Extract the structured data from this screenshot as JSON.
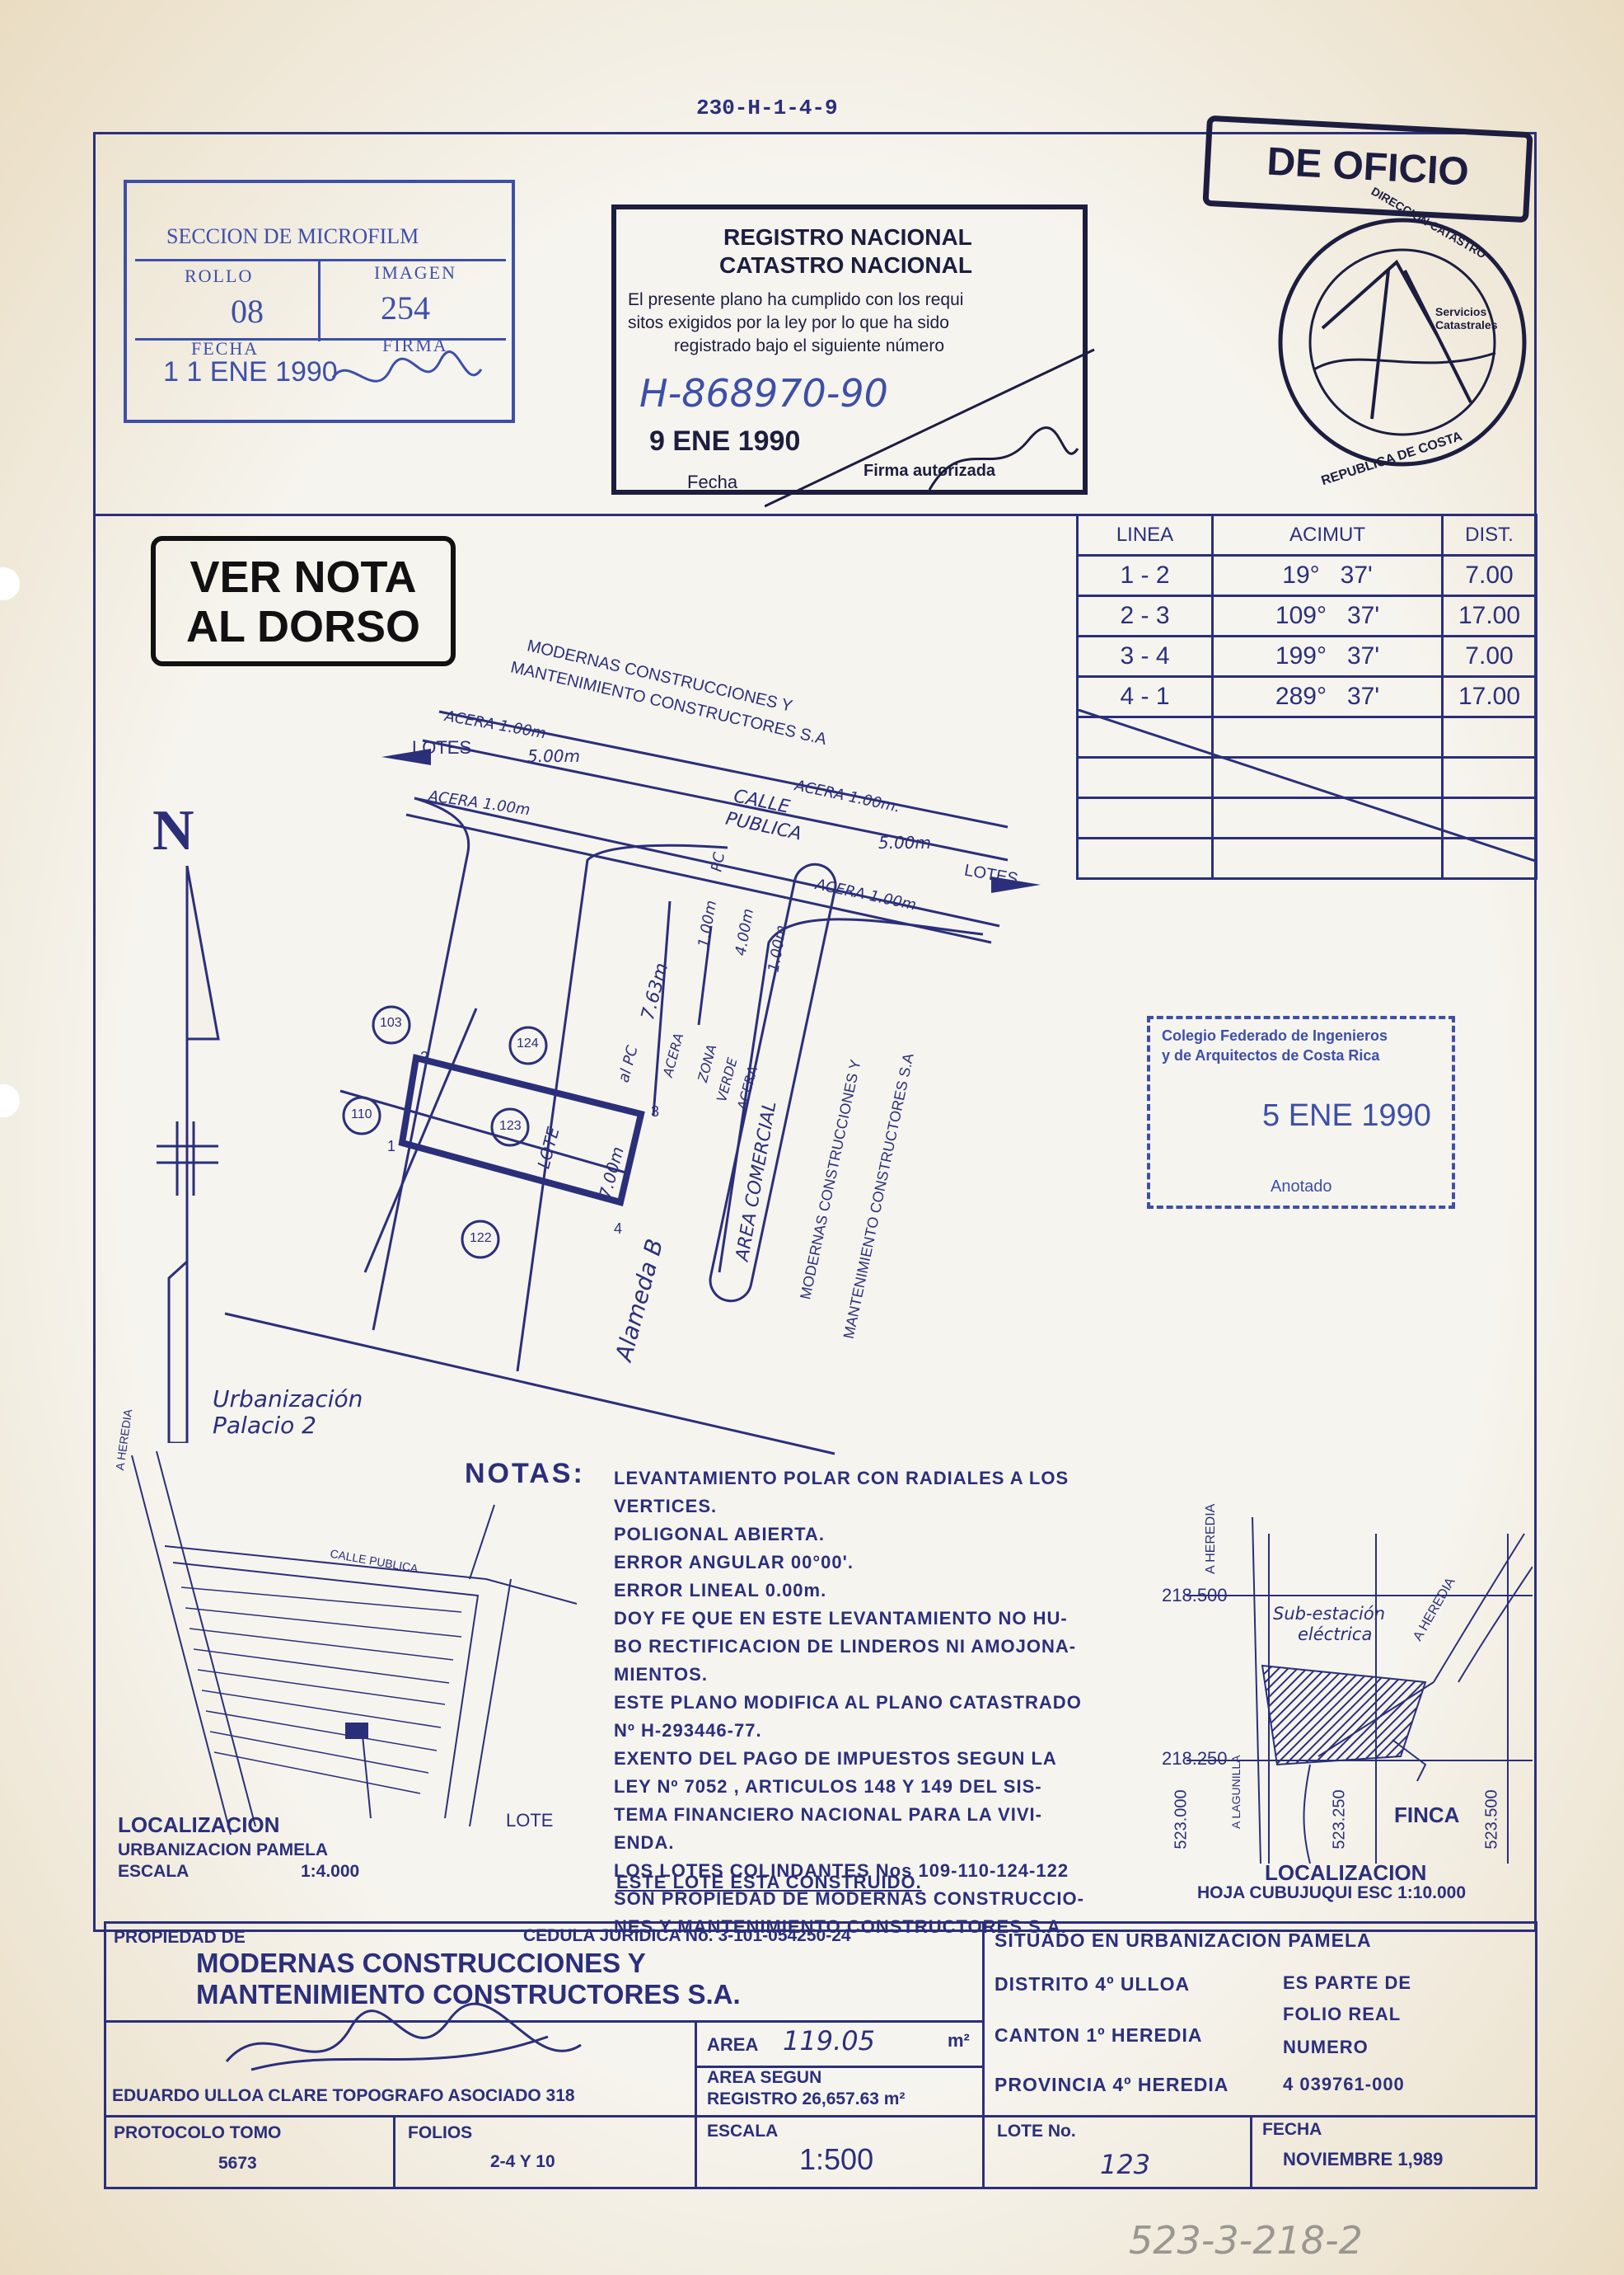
{
  "header_code": "230-H-1-4-9",
  "microfilm": {
    "title": "SECCION DE MICROFILM",
    "rollo_label": "ROLLO",
    "imagen_label": "IMAGEN",
    "rollo": "08",
    "imagen": "254",
    "fecha_label": "FECHA",
    "firma_label": "FIRMA",
    "fecha": "1 1 ENE 1990"
  },
  "registro": {
    "line1": "REGISTRO NACIONAL",
    "line2": "CATASTRO NACIONAL",
    "text1": "El presente plano ha cumplido con los requi",
    "text2": "sitos exigidos por la ley por lo que ha sido",
    "text3": "registrado bajo el siguiente número",
    "numero": "H-868970-90",
    "fecha": "9 ENE 1990",
    "fecha_label": "Fecha",
    "firma_label": "Firma autorizada"
  },
  "de_oficio": "DE OFICIO",
  "seal": {
    "top": "DIRECCION CATASTRO",
    "bottom": "REPUBLICA DE COSTA",
    "center": "Servicios Catastrales"
  },
  "ver_nota": {
    "line1": "VER NOTA",
    "line2": "AL DORSO"
  },
  "azimut_table": {
    "headers": [
      "LINEA",
      "ACIMUT",
      "DIST."
    ],
    "rows": [
      [
        "1 - 2",
        "19°   37'",
        "7.00"
      ],
      [
        "2 - 3",
        "109°   37'",
        "17.00"
      ],
      [
        "3 - 4",
        "199°   37'",
        "7.00"
      ],
      [
        "4 - 1",
        "289°   37'",
        "17.00"
      ]
    ]
  },
  "colegio": {
    "line1": "Colegio Federado de Ingenieros",
    "line2": "y de Arquitectos de Costa Rica",
    "fecha": "5 ENE 1990",
    "anotado": "Anotado"
  },
  "plan": {
    "owner_top_1": "MODERNAS CONSTRUCCIONES Y",
    "owner_top_2": "MANTENIMIENTO CONSTRUCTORES S.A",
    "acera_100": "ACERA 1.00m",
    "lotes": "LOTES",
    "w500": "5.00m",
    "acera_left": "ACERA 1.00m",
    "calle_1": "CALLE",
    "calle_2": "PUBLICA",
    "acera_r": "ACERA 1.00m.",
    "w500b": "5.00m",
    "acera_r2": "ACERA 1.00m",
    "lotes_r": "LOTES",
    "pc": "PC",
    "d100": "1.00m",
    "d400": "4.00m",
    "d100b": "1.00m",
    "d763": "7.63m",
    "alpc": "al PC",
    "acera_v": "ACERA",
    "zona": "ZONA",
    "verde": "VERDE",
    "acera_v2": "ACERA",
    "lote": "LOTE",
    "d700": "7.00m",
    "n103": "103",
    "n124": "124",
    "n110": "110",
    "n123": "123",
    "n122": "122",
    "p1": "1",
    "p2": "2",
    "p3": "3",
    "p4": "4",
    "alameda": "Alameda B",
    "area_com": "AREA COMERCIAL",
    "owner_v_1": "MODERNAS CONSTRUCCIONES Y",
    "owner_v_2": "MANTENIMIENTO CONSTRUCTORES S.A",
    "urb_1": "Urbanización",
    "urb_2": "Palacio 2",
    "north": "N"
  },
  "notas": {
    "title": "NOTAS:",
    "lines": [
      "LEVANTAMIENTO POLAR CON RADIALES A LOS",
      "VERTICES.",
      "POLIGONAL ABIERTA.",
      "ERROR ANGULAR 00°00'.",
      "ERROR LINEAL 0.00m.",
      "DOY FE QUE EN ESTE LEVANTAMIENTO NO HU-",
      "BO RECTIFICACION DE LINDEROS NI AMOJONA-",
      "MIENTOS.",
      "ESTE PLANO MODIFICA AL PLANO CATASTRADO",
      "Nº H-293446-77.",
      "EXENTO DEL PAGO DE IMPUESTOS SEGUN LA",
      "LEY Nº 7052 , ARTICULOS 148 Y 149 DEL SIS-",
      "TEMA FINANCIERO NACIONAL PARA LA VIVI-",
      "ENDA.",
      "LOS LOTES COLINDANTES Nos 109-110-124-122",
      "SON PROPIEDAD DE MODERNAS CONSTRUCCIO-",
      "NES Y MANTENIMIENTO CONSTRUCTORES S.A."
    ],
    "construido": "ESTE LOTE ESTA CONSTRUIDO."
  },
  "loc_left": {
    "calle_publica": "CALLE PUBLICA",
    "a_heredia": "A HEREDIA",
    "lote": "LOTE",
    "title": "LOCALIZACION",
    "sub1": "URBANIZACION PAMELA",
    "sub2": "ESCALA",
    "escala": "1:4.000"
  },
  "loc_right": {
    "y500": "218.500",
    "y250": "218.250",
    "x000": "523.000",
    "x250": "523.250",
    "x500": "523.500",
    "a_heredia1": "A HEREDIA",
    "a_heredia2": "A HEREDIA",
    "sub1": "Sub-estación",
    "sub2": "eléctrica",
    "lagunilla": "A LAGUNILLA",
    "finca": "FINCA",
    "title": "LOCALIZACION",
    "hoja": "HOJA CUBUJUQUI ESC 1:10.000"
  },
  "titleblock": {
    "propiedad_label": "PROPIEDAD DE",
    "cedula": "CEDULA JURIDICA No. 3-101-054250-24",
    "owner1": "MODERNAS CONSTRUCCIONES Y",
    "owner2": "MANTENIMIENTO CONSTRUCTORES S.A.",
    "situado": "SITUADO EN URBANIZACION PAMELA",
    "distrito": "DISTRITO 4º ULLOA",
    "canton": "CANTON 1º HEREDIA",
    "provincia": "PROVINCIA 4º HEREDIA",
    "es_parte_1": "ES PARTE DE",
    "es_parte_2": "FOLIO REAL",
    "es_parte_3": "NUMERO",
    "folio": "4 039761-000",
    "area_label": "AREA",
    "area": "119.05",
    "m2": "m²",
    "area_seg_1": "AREA SEGUN",
    "area_seg_2": "REGISTRO 26,657.63 m²",
    "topografo": "EDUARDO ULLOA CLARE TOPOGRAFO ASOCIADO 318",
    "protocolo_label": "PROTOCOLO TOMO",
    "protocolo": "5673",
    "folios_label": "FOLIOS",
    "folios": "2-4 Y 10",
    "escala_label": "ESCALA",
    "escala": "1:500",
    "lote_label": "LOTE No.",
    "lote": "123",
    "fecha_label": "FECHA",
    "fecha": "NOVIEMBRE 1,989"
  },
  "bottom_code": "523-3-218-2"
}
